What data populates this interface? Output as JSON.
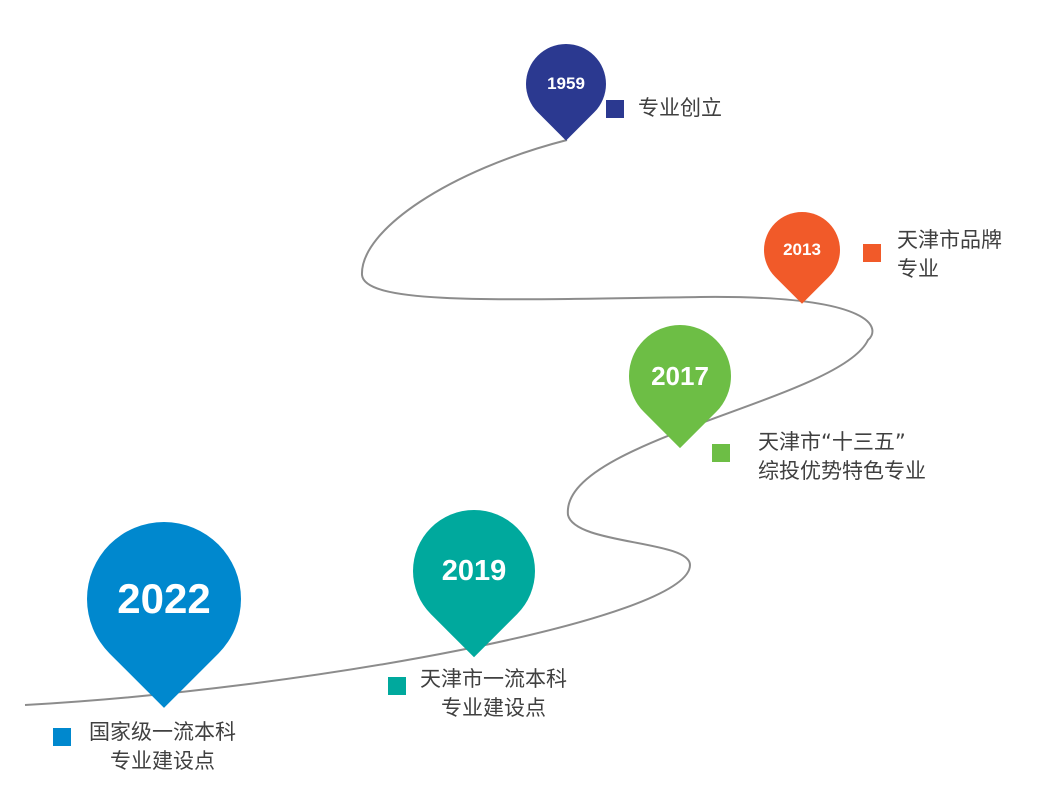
{
  "milestones": [
    {
      "year": "1959",
      "label_lines": [
        "专业创立"
      ],
      "color": "#2B3990"
    },
    {
      "year": "2013",
      "label_lines": [
        "天津市品牌",
        "专业"
      ],
      "color": "#F15A29"
    },
    {
      "year": "2017",
      "label_lines": [
        "天津市“十三五”",
        "综投优势特色专业"
      ],
      "color": "#6DBE45"
    },
    {
      "year": "2019",
      "label_lines": [
        "天津市一流本科",
        "专业建设点"
      ],
      "color": "#00A99D"
    },
    {
      "year": "2022",
      "label_lines": [
        "国家级一流本科",
        "专业建设点"
      ],
      "color": "#0088CE"
    }
  ],
  "road_color": "#8C8C8C"
}
